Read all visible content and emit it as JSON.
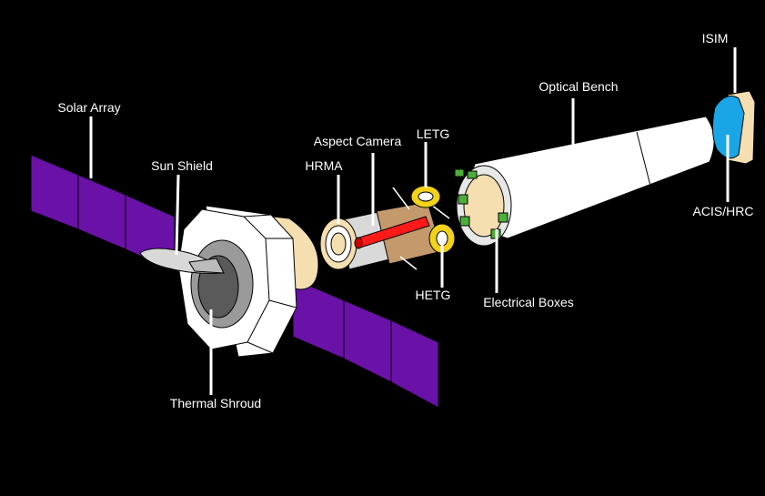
{
  "labels": {
    "solar_array": "Solar Array",
    "sun_shield": "Sun Shield",
    "thermal_shroud": "Thermal Shroud",
    "hrma": "HRMA",
    "aspect_camera": "Aspect Camera",
    "letg": "LETG",
    "hetg": "HETG",
    "electrical_boxes": "Electrical Boxes",
    "optical_bench": "Optical Bench",
    "isim": "ISIM",
    "acis_hrc": "ACIS/HRC"
  },
  "colors": {
    "background": "#000000",
    "solar_panel": "#6a11a8",
    "structure": "#ffffff",
    "hrma_tan": "#f5deb0",
    "camera_red": "#ff1a1a",
    "grating_yellow": "#f2d21a",
    "box_green": "#4caf3a",
    "acis_blue": "#1aa5e6",
    "label_text": "#ffffff"
  }
}
